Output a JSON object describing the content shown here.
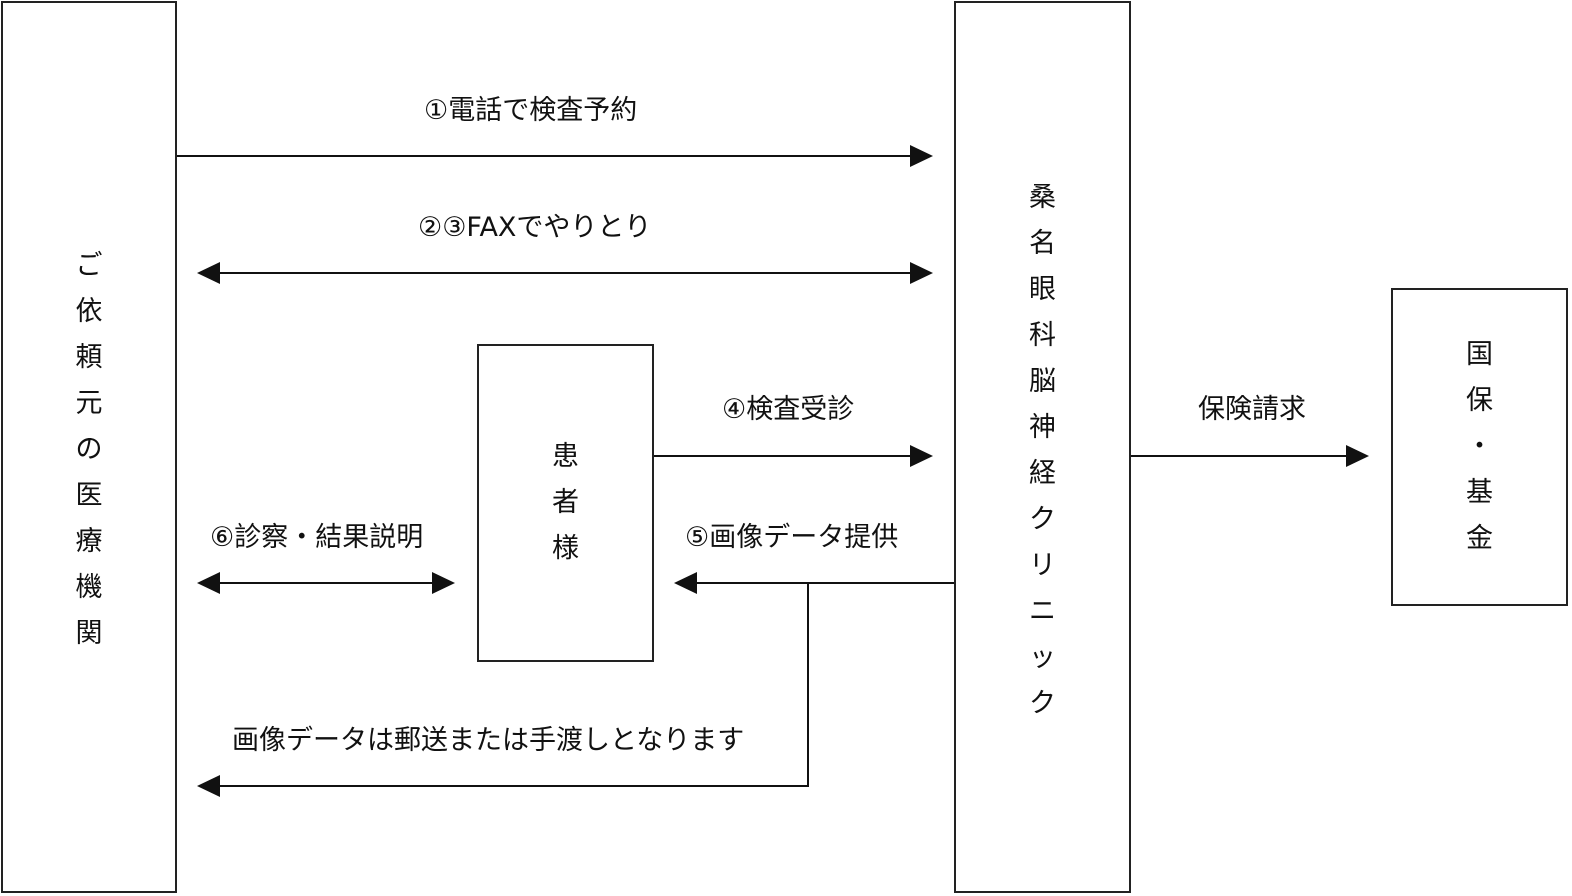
{
  "nodes": {
    "referring": "ご依頼元の医療機関",
    "clinic": "桑名眼科脳神経クリニック",
    "patient": "患者様",
    "insurer": "国保・基金"
  },
  "edges": {
    "e1": "①電話で検査予約",
    "e23": "②③FAXでやりとり",
    "e4": "④検査受診",
    "e5": "⑤画像データ提供",
    "e6": "⑥診察・結果説明",
    "e7": "画像データは郵送または手渡しとなります",
    "e8": "保険請求"
  }
}
